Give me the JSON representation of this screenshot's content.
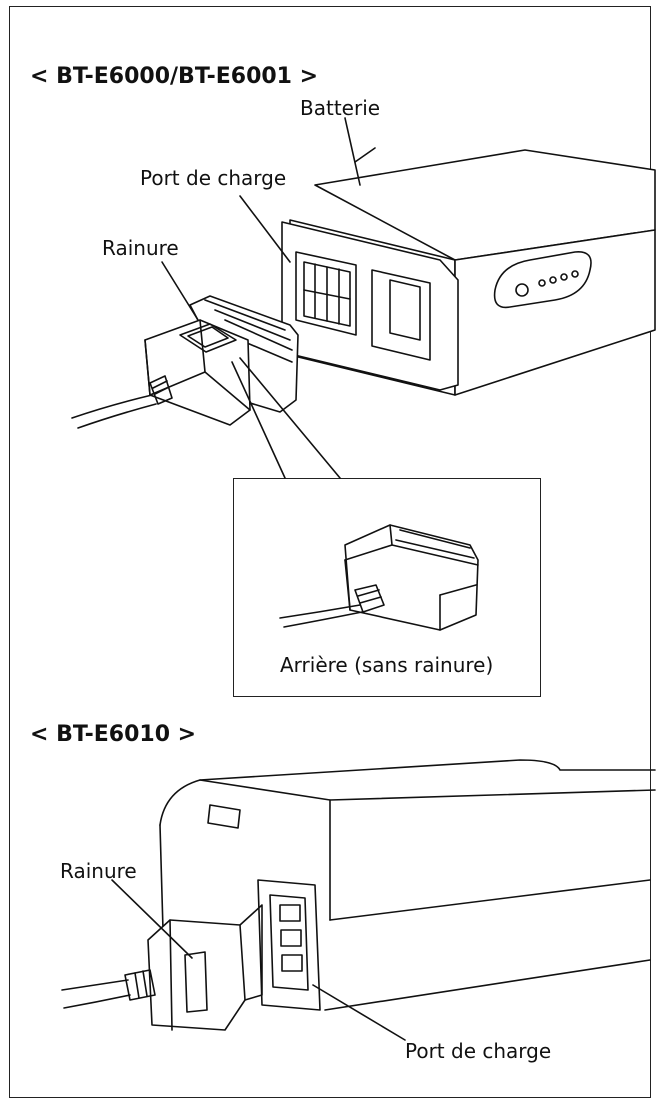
{
  "section1": {
    "heading": "< BT-E6000/BT-E6001 >",
    "labels": {
      "battery": "Batterie",
      "charge_port": "Port de charge",
      "groove": "Rainure",
      "back_no_groove": "Arrière (sans rainure)"
    }
  },
  "section2": {
    "heading": "< BT-E6010 >",
    "labels": {
      "groove": "Rainure",
      "charge_port": "Port de charge"
    }
  }
}
